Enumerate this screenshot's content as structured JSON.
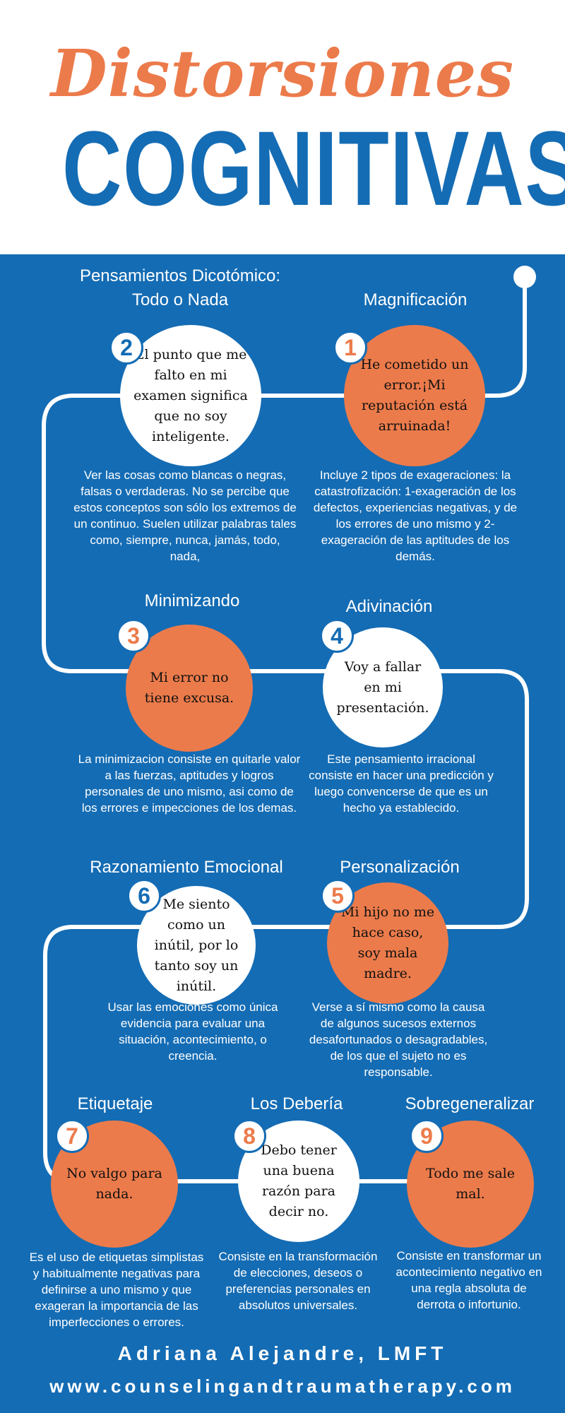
{
  "header": {
    "title_line1": "Distorsiones",
    "title_line2": "COGNITIVAS"
  },
  "colors": {
    "blue": "#146cb4",
    "orange": "#ec7b4b",
    "white": "#ffffff"
  },
  "items": [
    {
      "number": "1",
      "title": "Magnificación",
      "quote": "He cometido un error.¡Mi reputación está arruinada!",
      "description": "Incluye 2 tipos de exageraciones: la catastrofización: 1-exageración de los defectos, experiencias negativas, y de los errores de uno mismo y 2- exageración de las aptitudes de los demás."
    },
    {
      "number": "2",
      "title": "Pensamientos Dicotómico: Todo o Nada",
      "quote": "El punto que me falto en mi examen significa que no soy inteligente.",
      "description": "Ver las cosas como blancas o negras, falsas o verdaderas. No se percibe que estos conceptos son sólo los extremos de un continuo. Suelen utilizar palabras tales como, siempre, nunca, jamás, todo, nada,"
    },
    {
      "number": "3",
      "title": "Minimizando",
      "quote": "Mi error no tiene excusa.",
      "description": "La minimizacion consiste en quitarle valor a las fuerzas, aptitudes y logros personales de uno mismo, asi como de los errores e impecciones de los demas."
    },
    {
      "number": "4",
      "title": "Adivinación",
      "quote": "Voy a fallar en mi presentación.",
      "description": "Este pensamiento irracional consiste en hacer una predicción y luego convencerse de que es un hecho ya establecido."
    },
    {
      "number": "5",
      "title": "Personalización",
      "quote": "Mi hijo no me hace caso, soy mala madre.",
      "description": "Verse a sí mismo como la causa de algunos sucesos externos desafortunados o desagradables, de los que el sujeto no es responsable."
    },
    {
      "number": "6",
      "title": "Razonamiento Emocional",
      "quote": "Me siento como un inútil, por lo tanto soy un inútil.",
      "description": "Usar las emociones como única evidencia para evaluar una situación, acontecimiento, o creencia."
    },
    {
      "number": "7",
      "title": "Etiquetaje",
      "quote": "No valgo para nada.",
      "description": "Es el uso de etiquetas simplistas y habitualmente negativas para definirse a uno mismo y que exageran la importancia de las imperfecciones o errores."
    },
    {
      "number": "8",
      "title": "Los Debería",
      "quote": "Debo tener una buena razón para decir no.",
      "description": "Consiste en la transformación de elecciones, deseos o preferencias personales en absolutos universales."
    },
    {
      "number": "9",
      "title": "Sobregeneralizar",
      "quote": "Todo me sale mal.",
      "description": "Consiste en transformar un acontecimiento negativo en una regla absoluta de derrota o infortunio."
    }
  ],
  "footer": {
    "author": "Adriana Alejandre, LMFT",
    "website": "www.counselingandtraumatherapy.com"
  }
}
